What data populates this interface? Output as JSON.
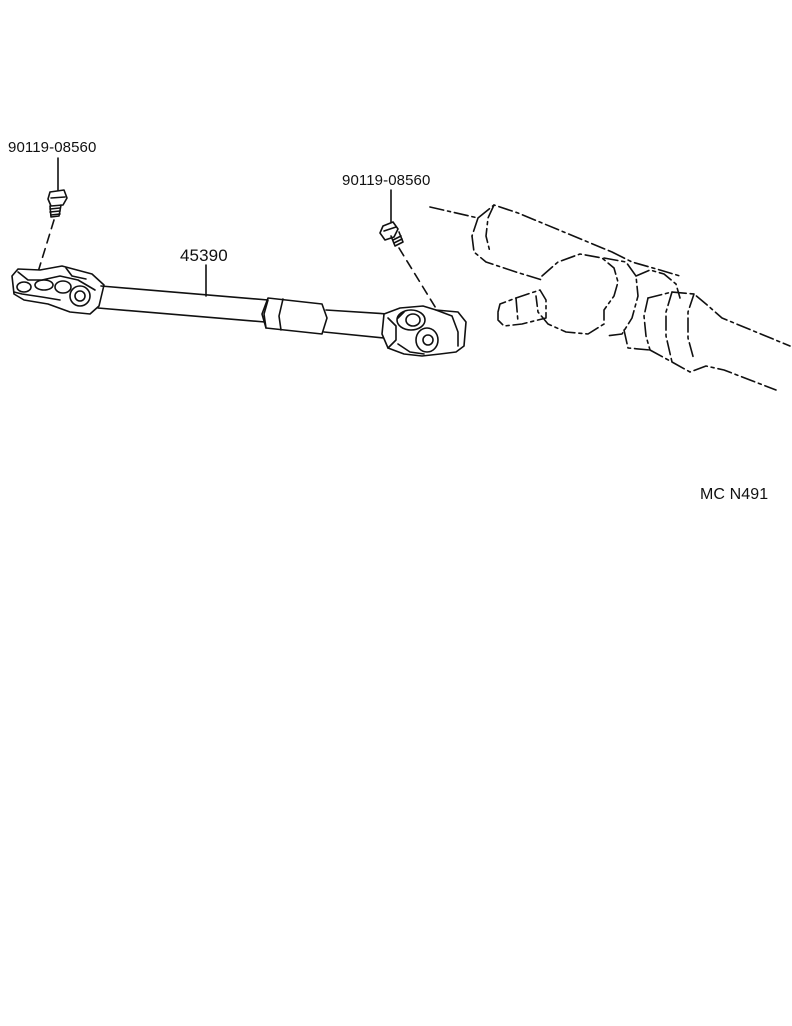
{
  "labels": {
    "bolt_left": "90119-08560",
    "bolt_right": "90119-08560",
    "shaft": "45390",
    "diagram_code": "MC N491"
  },
  "colors": {
    "line": "#111111",
    "background": "#ffffff"
  }
}
